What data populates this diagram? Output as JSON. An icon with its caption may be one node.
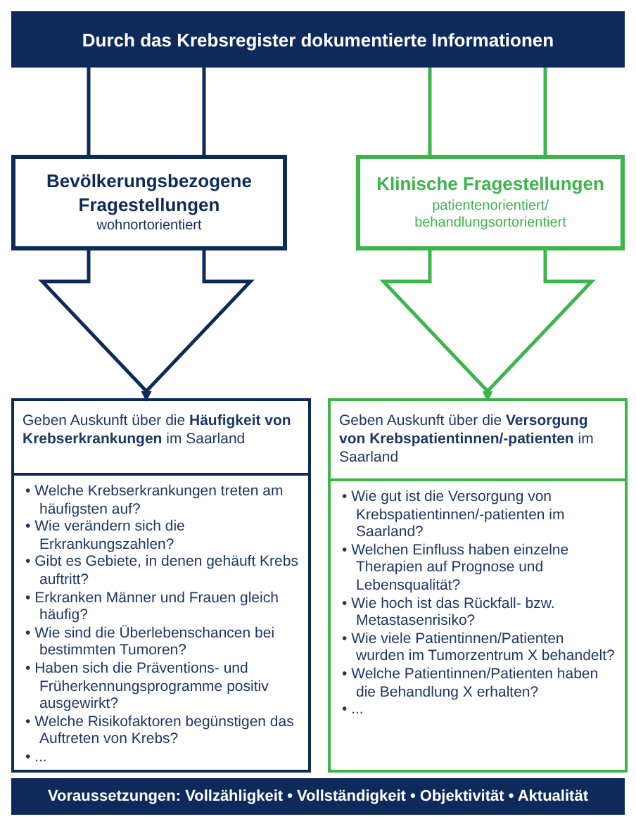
{
  "diagram": {
    "nodes": [
      {
        "text": [
          "Durch das Krebsregister dokumentierte Informationen"
        ]
      },
      {
        "text": [
          "Bevölkerungsbezogene Fragestellungen",
          "wohnortorientiert"
        ]
      },
      {
        "text": [
          "Klinische Fragestellungen",
          "patientenorientiert/ behandlungsortorientiert"
        ]
      },
      {
        "text": [
          "Geben Auskunft über die **Häufigkeit von Krebserkrankungen** im Saarland"
        ]
      },
      {
        "text": [
          "• Welche Krebserkrankungen treten am häufigsten auf?",
          "• Wie verändern sich die Erkrankungszahlen?",
          "• Gibt es Gebiete, in denen gehäuft Krebs auftritt?",
          "• Erkranken Männer und Frauen gleich häufig?",
          "• Wie sind die Überlebenschancen bei bestimmten Tumoren?",
          "• Haben sich die Präventions- und Früherkennungsprogramme positiv ausgewirkt?",
          "• Welche Risikofaktoren begünstigen das Auftreten von Krebs?",
          "• ..."
        ]
      },
      {
        "text": [
          "Geben Auskunft über die **Versorgung von Krebspatientinnen/-patienten** im Saarland"
        ]
      },
      {
        "text": [
          "• Wie gut ist die Versorgung von Krebspatientinnen/-patienten im Saarland?",
          "• Welchen Einfluss haben einzelne Therapien auf Prognose und Lebensqualität?",
          "• Wie hoch ist das Rückfall- bzw. Metastasenrisiko?",
          "• Wie viele Patientinnen/Patienten wurden im Tumorzentrum X behandelt?",
          "• Welche Patientinnen/Patienten haben die Behandlung X erhalten?",
          "• ..."
        ]
      },
      {
        "text": [
          "Voraussetzungen: Vollzähligkeit • Vollständigkeit • Objektivität • Aktualität"
        ]
      }
    ],
    "edges": [
      {
        "from": 0,
        "to": 1,
        "arrow": "none",
        "color": "#0d2a5a"
      },
      {
        "from": 1,
        "to": 3,
        "arrow": "to",
        "color": "#0d2a5a"
      },
      {
        "from": 0,
        "to": 2,
        "arrow": "none",
        "color": "#3cb54a"
      },
      {
        "from": 2,
        "to": 5,
        "arrow": "to",
        "color": "#3cb54a"
      }
    ]
  }
}
